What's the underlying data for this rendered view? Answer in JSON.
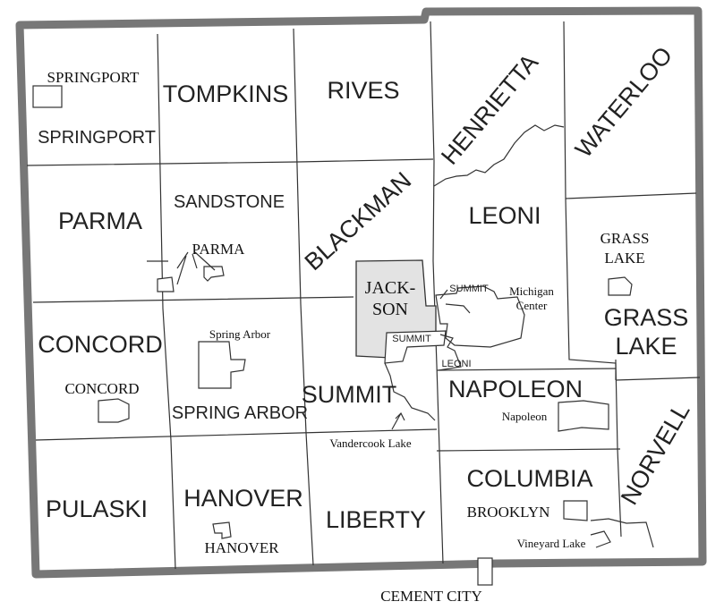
{
  "colors": {
    "border": "#777777",
    "lines": "#333333",
    "jackson_fill": "#e3e3e3",
    "background": "#ffffff"
  },
  "townships": {
    "tompkins": "TOMPKINS",
    "rives": "RIVES",
    "henrietta": "HENRIETTA",
    "waterloo": "WATERLOO",
    "parma": "PARMA",
    "sandstone": "SANDSTONE",
    "blackman": "BLACKMAN",
    "leoni": "LEONI",
    "grass_lake_1": "GRASS",
    "grass_lake_2": "LAKE",
    "concord": "CONCORD",
    "spring_arbor": "SPRING ARBOR",
    "summit": "SUMMIT",
    "napoleon": "NAPOLEON",
    "norvell": "NORVELL",
    "pulaski": "PULASKI",
    "hanover": "HANOVER",
    "liberty": "LIBERTY",
    "columbia": "COLUMBIA",
    "springport": "SPRINGPORT"
  },
  "places": {
    "springport": "SPRINGPORT",
    "parma": "PARMA",
    "jackson_1": "JACK-",
    "jackson_2": "SON",
    "summit_north": "SUMMIT",
    "summit_south": "SUMMIT",
    "leoni": "LEONI",
    "michigan_center_1": "Michigan",
    "michigan_center_2": "Center",
    "grass_lake_1": "GRASS",
    "grass_lake_2": "LAKE",
    "spring_arbor": "Spring Arbor",
    "concord": "CONCORD",
    "vandercook_lake": "Vandercook Lake",
    "napoleon": "Napoleon",
    "brooklyn": "BROOKLYN",
    "vineyard_lake": "Vineyard Lake",
    "hanover": "HANOVER",
    "cement_city": "CEMENT CITY"
  }
}
